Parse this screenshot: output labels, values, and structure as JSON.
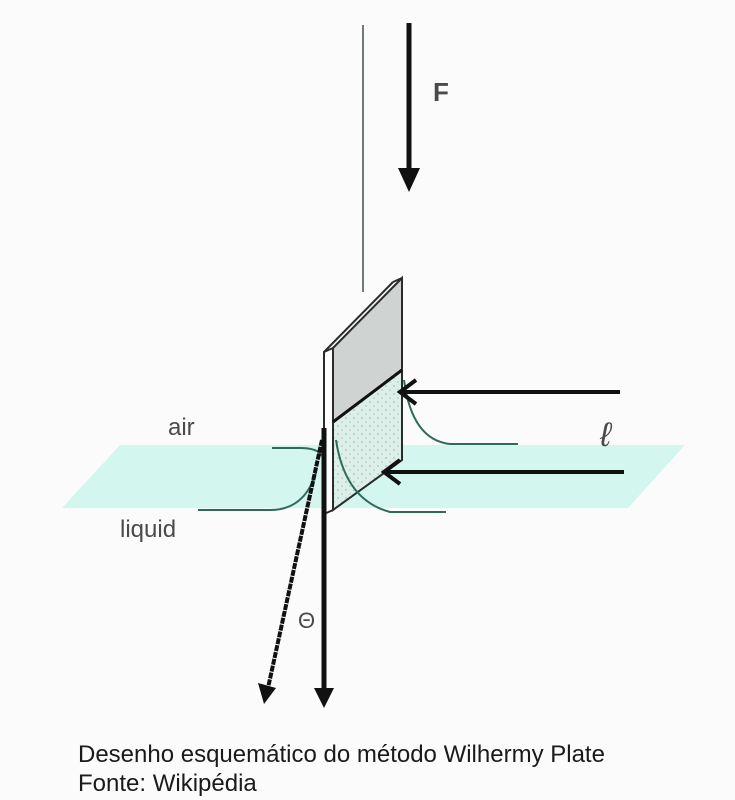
{
  "diagram": {
    "title": "Wilhelmy plate schematic",
    "labels": {
      "force": "F",
      "air": "air",
      "liquid": "liquid",
      "length": "ℓ",
      "angle": "Θ"
    },
    "colors": {
      "background": "#fbfbfb",
      "liquid_surface": "#d3f7ef",
      "plate_dry": "#cfd3d2",
      "plate_wet": "#dcefe9",
      "meniscus": "#2f6b5a",
      "wire": "#6f7d79",
      "arrow": "#111111"
    }
  },
  "caption": {
    "line1": "Desenho esquemático do método Wilhermy Plate",
    "line2": "Fonte: Wikipédia"
  }
}
